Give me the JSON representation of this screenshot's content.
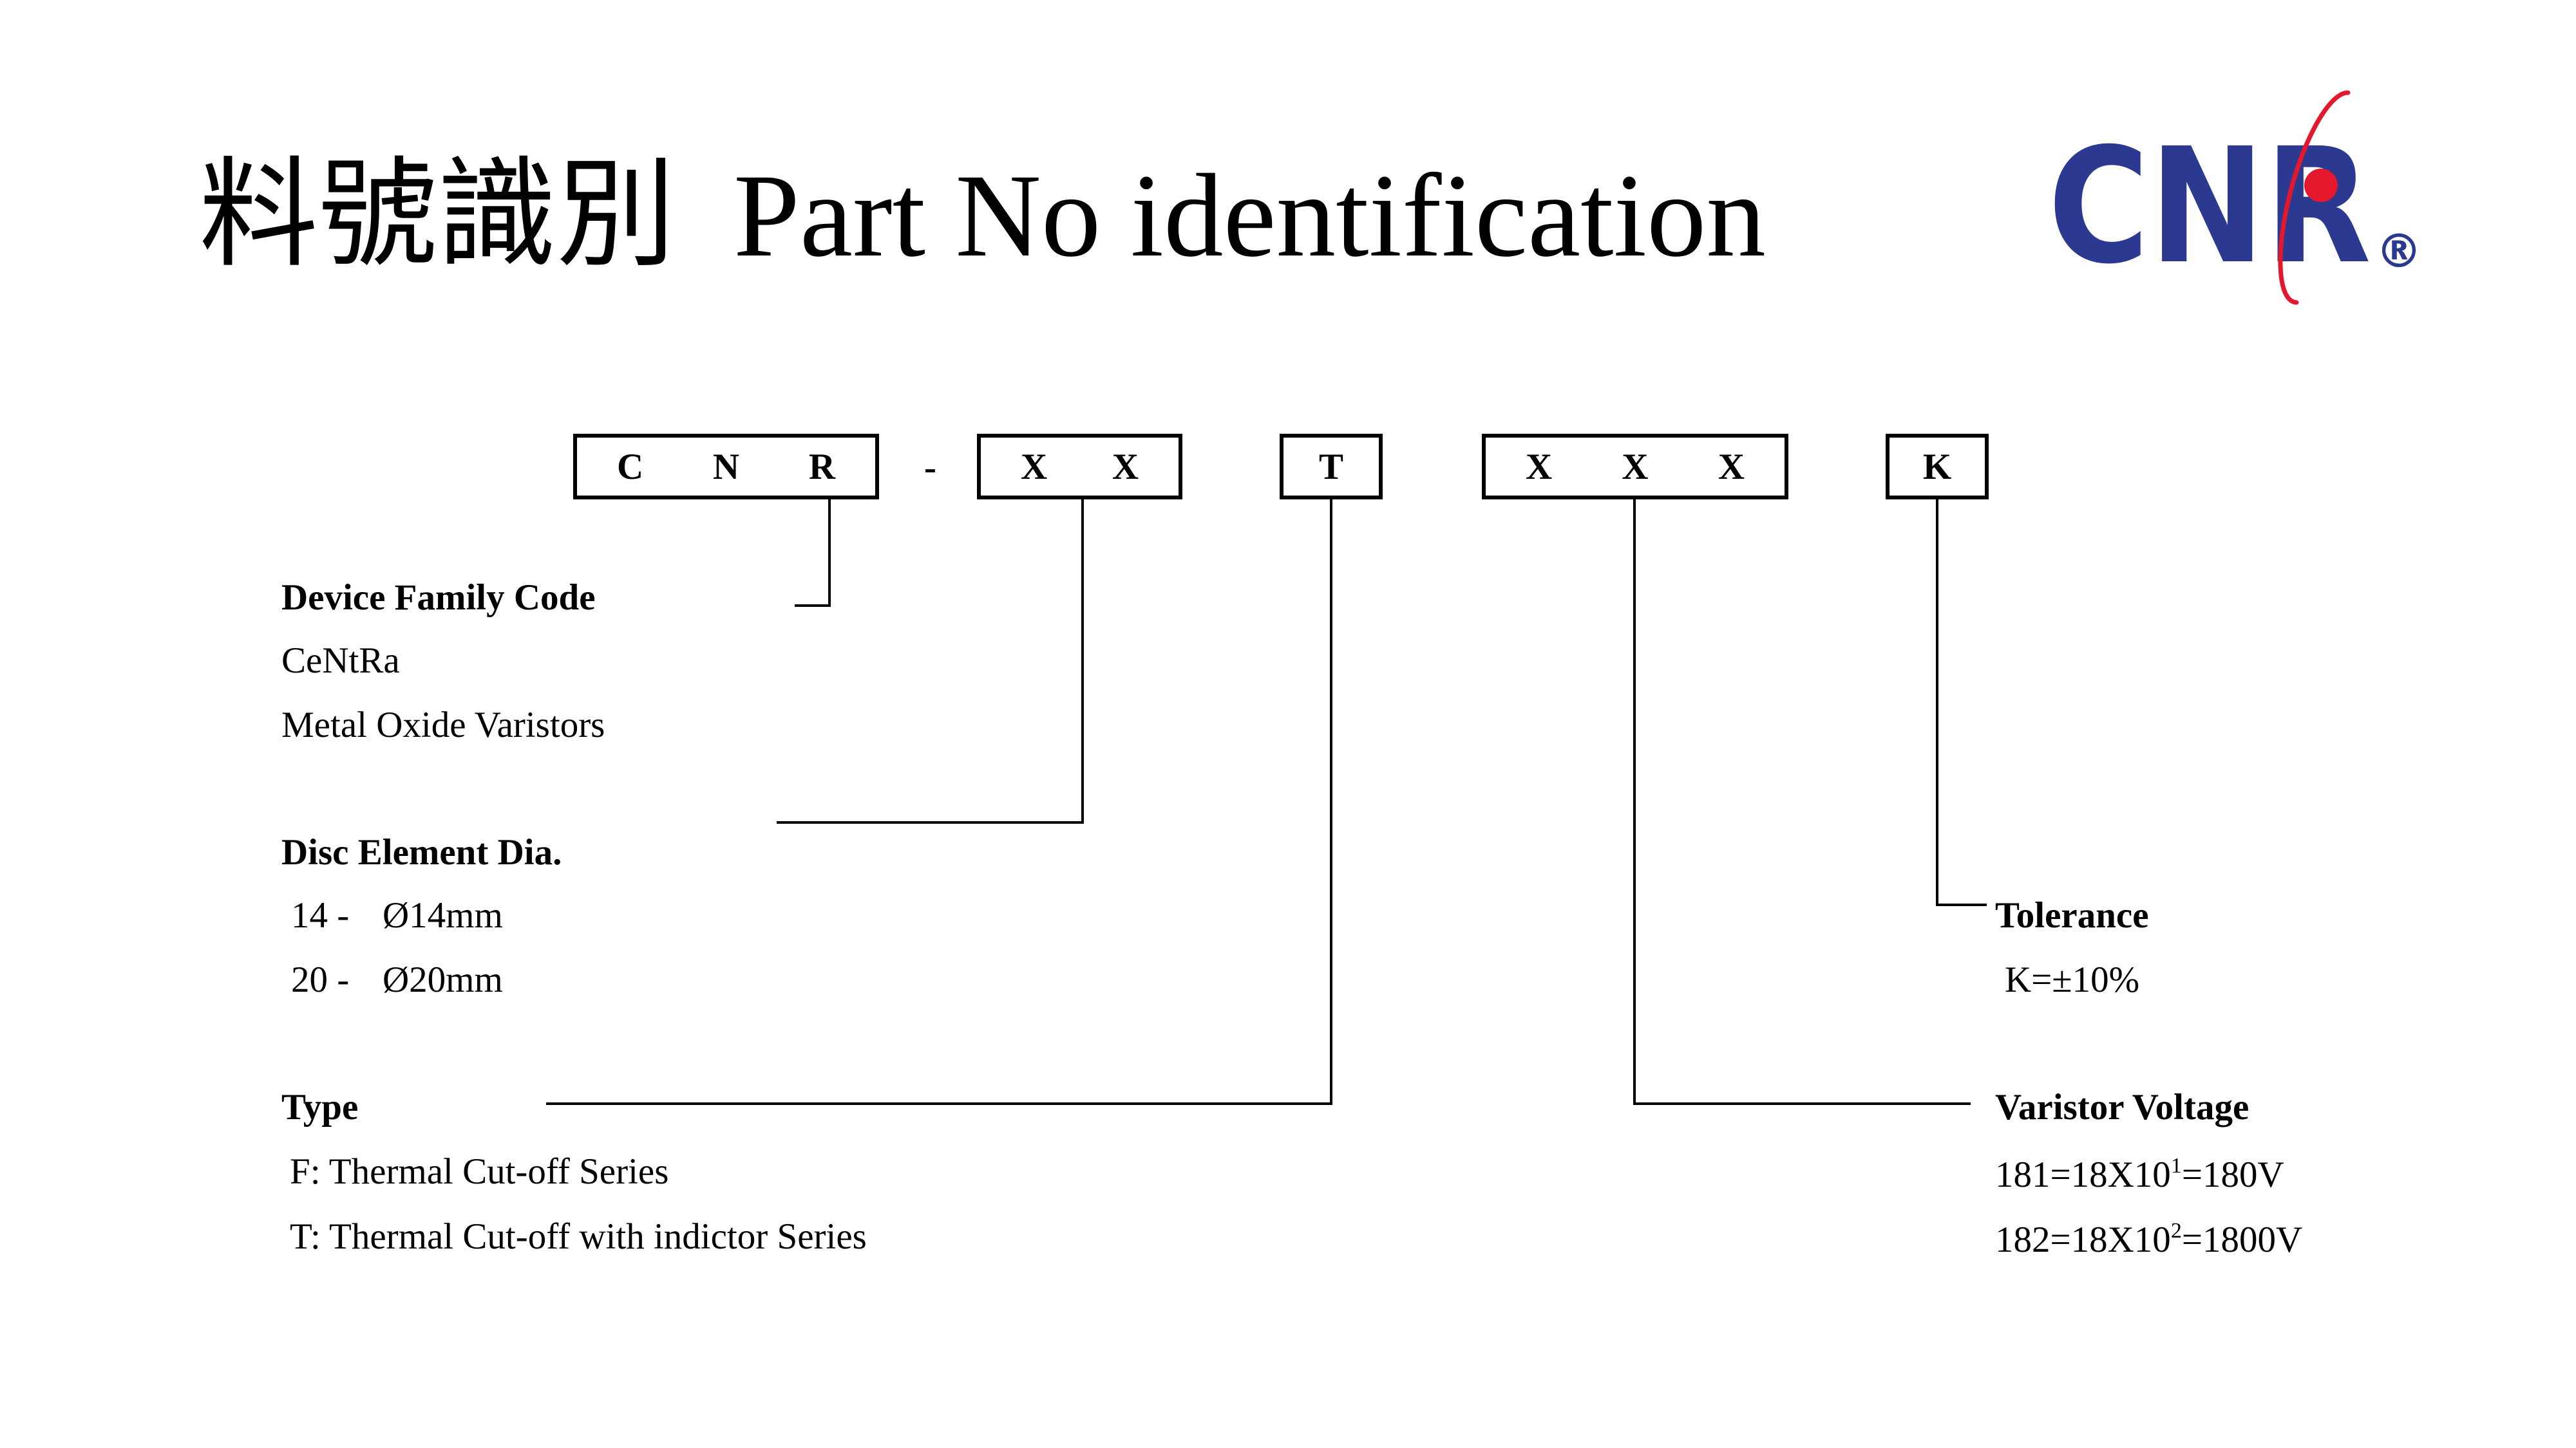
{
  "title": {
    "cn": "料號識別",
    "en": "Part No identification"
  },
  "logo": {
    "text": "CNR",
    "registered": "®"
  },
  "colors": {
    "text": "#000000",
    "background": "#FFFFFF",
    "logo_blue": "#2B3990",
    "logo_red": "#E3182D"
  },
  "part_code": {
    "boxes": [
      {
        "chars": [
          "C",
          "N",
          "R"
        ]
      },
      {
        "chars": [
          "X",
          "X"
        ]
      },
      {
        "chars": [
          "T"
        ]
      },
      {
        "chars": [
          "X",
          "X",
          "X"
        ]
      },
      {
        "chars": [
          "K"
        ]
      }
    ],
    "separator": "-"
  },
  "device_family": {
    "heading": "Device Family Code",
    "lines": [
      "CeNtRa",
      "Metal Oxide Varistors"
    ]
  },
  "disc_element": {
    "heading": "Disc Element Dia.",
    "rows": [
      {
        "code": "14 -",
        "size": "Ø14mm"
      },
      {
        "code": "20 -",
        "size": "Ø20mm"
      }
    ]
  },
  "type": {
    "heading": "Type",
    "lines": [
      "F: Thermal Cut-off Series",
      "T: Thermal Cut-off with indictor Series"
    ]
  },
  "tolerance": {
    "heading": "Tolerance",
    "lines": [
      "K=±10%"
    ]
  },
  "varistor_voltage": {
    "heading": "Varistor Voltage",
    "rows": [
      {
        "base": "181=18X10",
        "exponent": "1",
        "result": "=180V"
      },
      {
        "base": "182=18X10",
        "exponent": "2",
        "result": "=1800V"
      }
    ]
  }
}
